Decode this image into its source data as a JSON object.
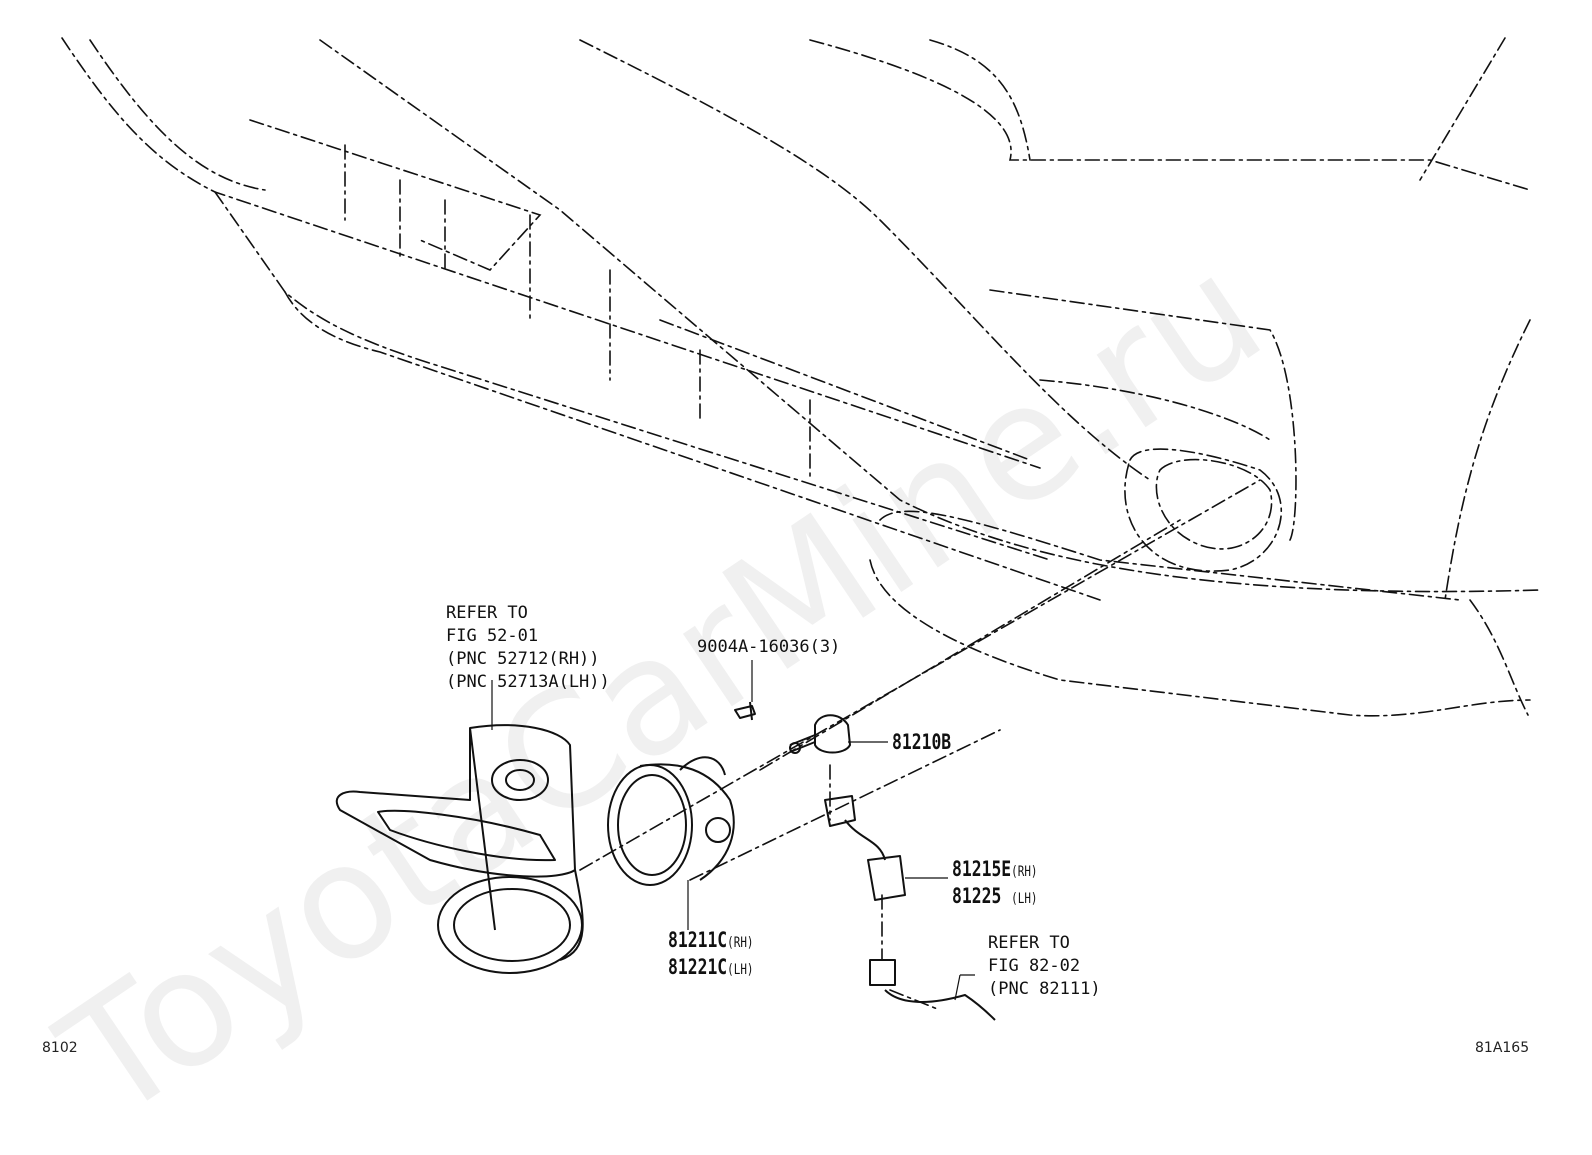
{
  "watermark": "ToyotaCarMine.ru",
  "refer_bumper": [
    "REFER TO",
    "FIG 52-01",
    "(PNC 52712(RH))",
    "(PNC 52713A(LH))"
  ],
  "screw": "9004A-16036(3)",
  "bulb": "81210B",
  "socket": {
    "rh_no": "81215E",
    "rh_side": "(RH)",
    "lh_no": "81225",
    "lh_side": "(LH)"
  },
  "lamp": {
    "rh_no": "81211C",
    "rh_side": "(RH)",
    "lh_no": "81221C",
    "lh_side": "(LH)"
  },
  "refer_wire": [
    "REFER TO",
    "FIG 82-02",
    "(PNC 82111)"
  ],
  "fig_code": "8102",
  "illus_code": "81A165"
}
